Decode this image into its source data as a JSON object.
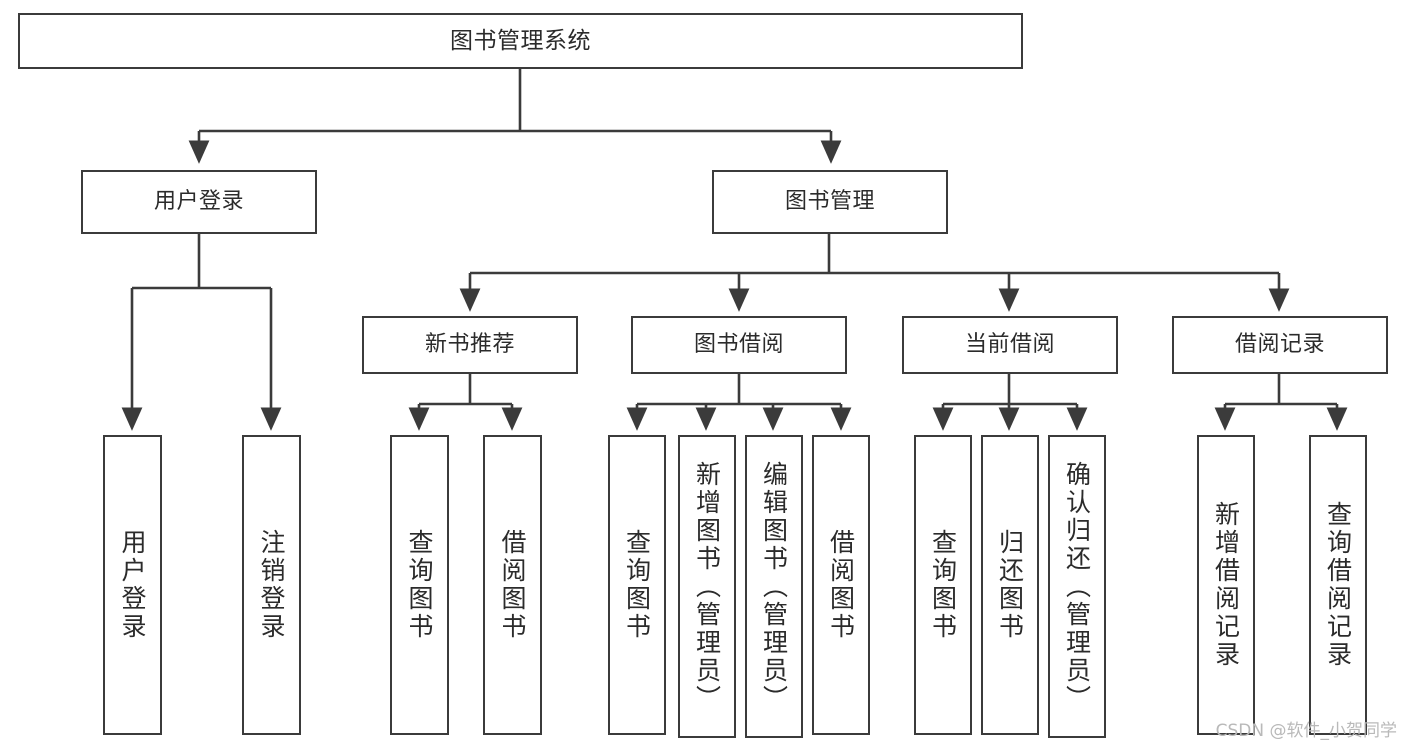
{
  "diagram": {
    "title": "图书管理系统",
    "type": "tree",
    "watermark": "CSDN @软件_小贺同学",
    "colors": {
      "stroke": "#3b3b3b",
      "fill": "#ffffff",
      "text": "#2b2b2b",
      "watermark": "#b9b9b9"
    },
    "root": {
      "label": "图书管理系统"
    },
    "level2": [
      {
        "label": "用户登录"
      },
      {
        "label": "图书管理"
      }
    ],
    "level3": [
      {
        "label": "新书推荐"
      },
      {
        "label": "图书借阅"
      },
      {
        "label": "当前借阅"
      },
      {
        "label": "借阅记录"
      }
    ],
    "leaves": {
      "user_login": [
        {
          "label": "用户登录"
        },
        {
          "label": "注销登录"
        }
      ],
      "new_book": [
        {
          "label": "查询图书"
        },
        {
          "label": "借阅图书"
        }
      ],
      "borrow_book": [
        {
          "label": "查询图书"
        },
        {
          "label": "新增图书（管理员）"
        },
        {
          "label": "编辑图书（管理员）"
        },
        {
          "label": "借阅图书"
        }
      ],
      "current_borrow": [
        {
          "label": "查询图书"
        },
        {
          "label": "归还图书"
        },
        {
          "label": "确认归还（管理员）"
        }
      ],
      "borrow_record": [
        {
          "label": "新增借阅记录"
        },
        {
          "label": "查询借阅记录"
        }
      ]
    }
  }
}
